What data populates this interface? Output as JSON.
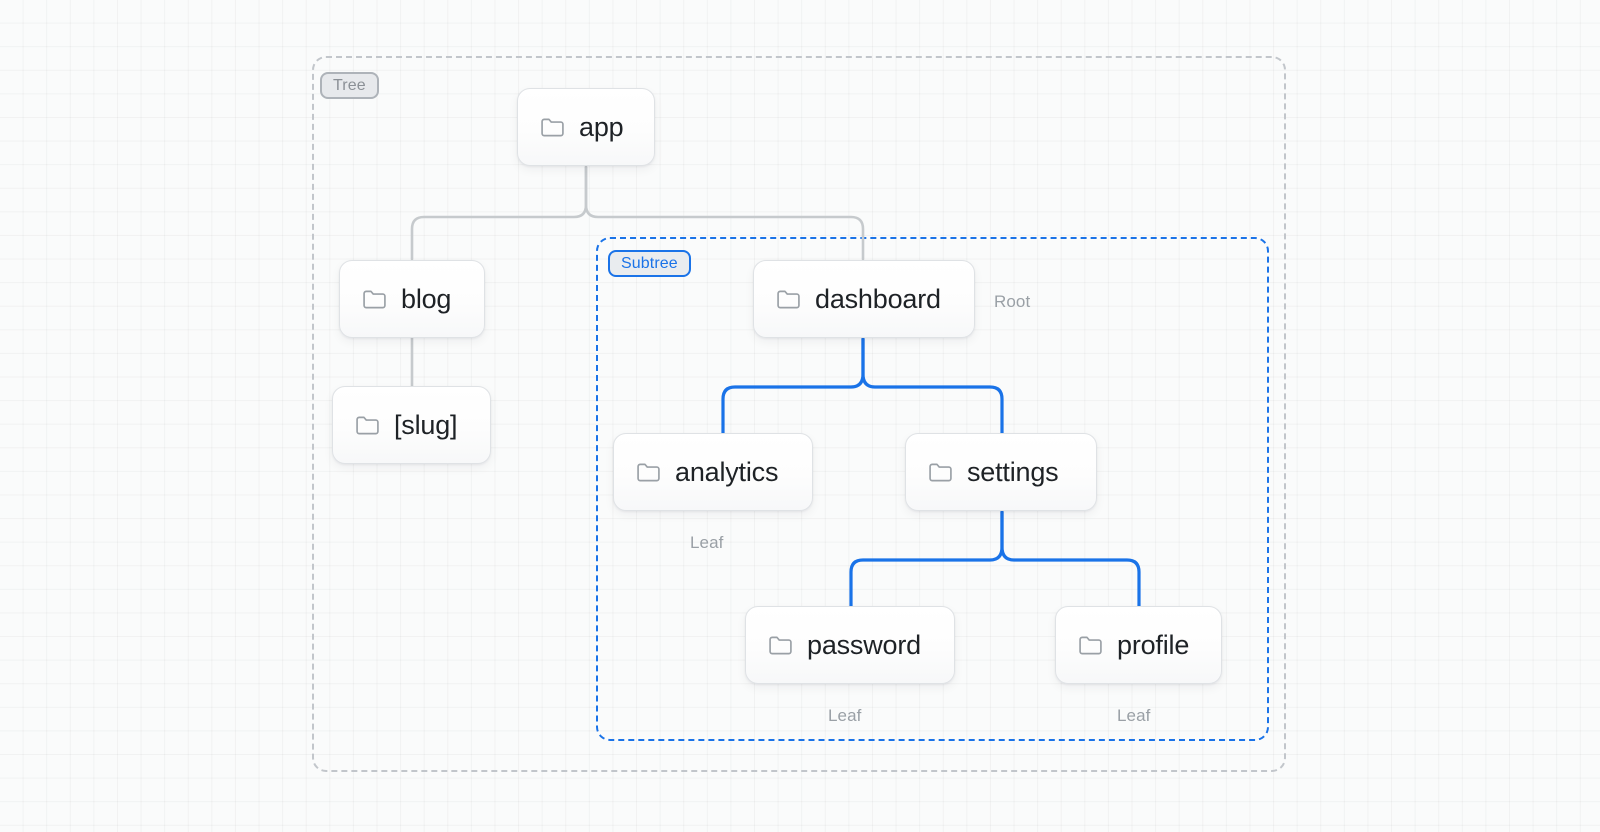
{
  "canvas": {
    "background_color": "#fafbfb",
    "grid_color": "#f0f1f2"
  },
  "groups": [
    {
      "id": "tree",
      "badge_label": "Tree",
      "border_color": "#c2c6cb",
      "border_style": "dashed",
      "badge_text_color": "#8b9096"
    },
    {
      "id": "subtree",
      "badge_label": "Subtree",
      "border_color": "#1a73e8",
      "border_style": "dashed",
      "badge_text_color": "#1a73e8"
    }
  ],
  "nodes": {
    "app": {
      "label": "app",
      "icon": "folder-icon"
    },
    "blog": {
      "label": "blog",
      "icon": "folder-icon"
    },
    "slug": {
      "label": "[slug]",
      "icon": "folder-icon"
    },
    "dashboard": {
      "label": "dashboard",
      "icon": "folder-icon"
    },
    "analytics": {
      "label": "analytics",
      "icon": "folder-icon"
    },
    "settings": {
      "label": "settings",
      "icon": "folder-icon"
    },
    "password": {
      "label": "password",
      "icon": "folder-icon"
    },
    "profile": {
      "label": "profile",
      "icon": "folder-icon"
    }
  },
  "role_labels": {
    "dashboard": "Root",
    "analytics": "Leaf",
    "password": "Leaf",
    "profile": "Leaf"
  },
  "edges": {
    "gray_color": "#c6cacd",
    "blue_color": "#1a73e8",
    "list": [
      {
        "from": "app",
        "to": "blog",
        "color": "gray"
      },
      {
        "from": "app",
        "to": "dashboard",
        "color": "gray"
      },
      {
        "from": "blog",
        "to": "slug",
        "color": "gray"
      },
      {
        "from": "dashboard",
        "to": "analytics",
        "color": "blue"
      },
      {
        "from": "dashboard",
        "to": "settings",
        "color": "blue"
      },
      {
        "from": "settings",
        "to": "password",
        "color": "blue"
      },
      {
        "from": "settings",
        "to": "profile",
        "color": "blue"
      }
    ]
  },
  "colors": {
    "accent": "#1a73e8",
    "node_border": "#dfe2e5",
    "node_text": "#1e2226",
    "muted_text": "#9aa0a6"
  }
}
